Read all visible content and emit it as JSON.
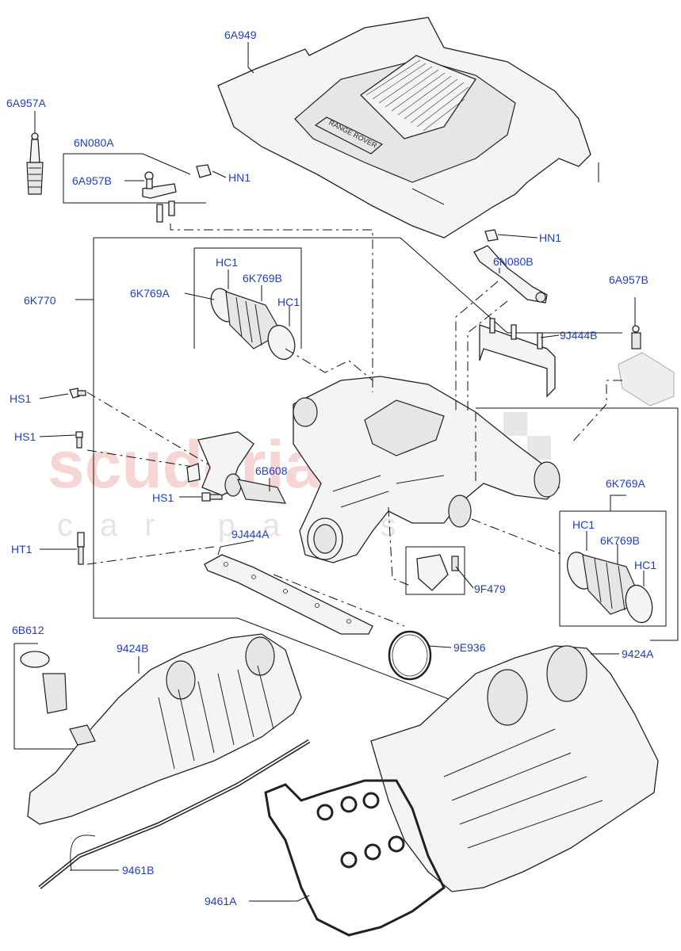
{
  "watermark": {
    "line1": "scuderia",
    "line2": "car parts"
  },
  "labels": {
    "cover": "6A949",
    "clip_a": "6A957A",
    "bracket_left": "6N080A",
    "clip_b_left": "6A957B",
    "nut_left": "HN1",
    "nut_right": "HN1",
    "bracket_right": "6N080B",
    "clip_b_right": "6A957B",
    "manifold": "6K770",
    "duct_left": "6K769A",
    "hose_left": "6K769B",
    "clamp_left_top": "HC1",
    "clamp_left_right": "HC1",
    "bracket_j444b": "9J444B",
    "screw_hs1_top": "HS1",
    "screw_hs1_mid": "HS1",
    "screw_hs1_low": "HS1",
    "pipe": "6B608",
    "sensor_ht1": "HT1",
    "gasket_strip": "9J444A",
    "sensor_9f479": "9F479",
    "oring": "9E936",
    "duct_right": "6K769A",
    "clamp_right_top": "HC1",
    "hose_right": "6K769B",
    "clamp_right_low": "HC1",
    "cap": "6B612",
    "cover_left": "9424B",
    "cover_right": "9424A",
    "gasket_left": "9461B",
    "gasket_right": "9461A"
  },
  "brand_badge": "RANGE ROVER"
}
